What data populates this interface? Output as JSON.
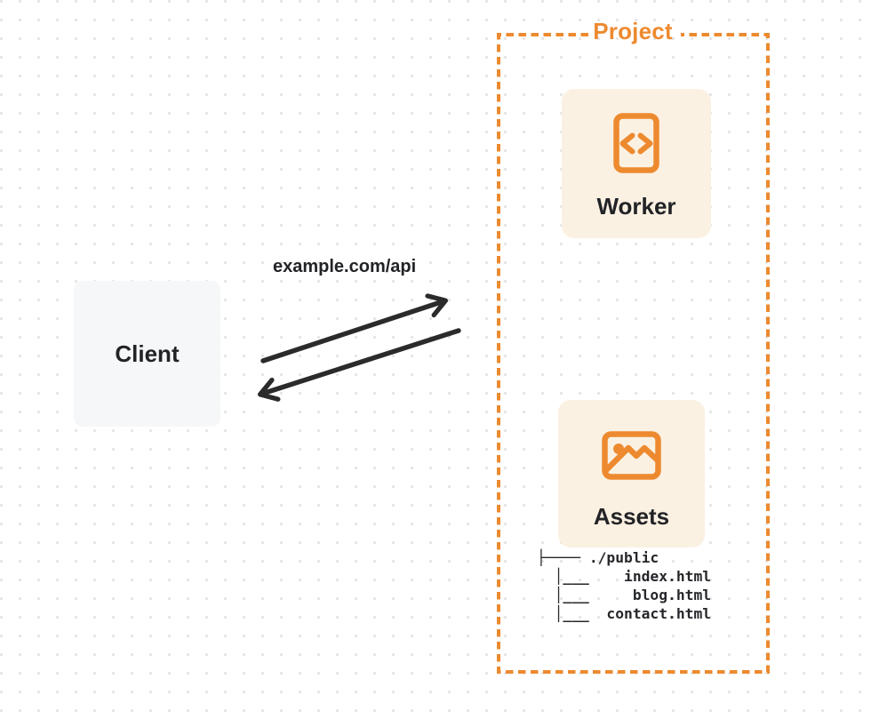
{
  "diagram": {
    "client": {
      "label": "Client"
    },
    "request": {
      "label": "example.com/api"
    },
    "project": {
      "label": "Project",
      "nodes": [
        {
          "label": "Worker",
          "icon": "code-file-icon"
        },
        {
          "label": "Assets",
          "icon": "image-icon"
        }
      ],
      "file_tree": {
        "lines": [
          "├──── ./public",
          "  │___    index.html",
          "  │___     blog.html",
          "  │___  contact.html"
        ]
      }
    },
    "colors": {
      "accent_orange": "#ED8A2F",
      "panel_cream": "#FBF1E2",
      "client_gray": "#F6F7F8",
      "ink": "#222326",
      "arrow": "#2B2B2B",
      "dot_grid": "#E4E4E7"
    }
  }
}
